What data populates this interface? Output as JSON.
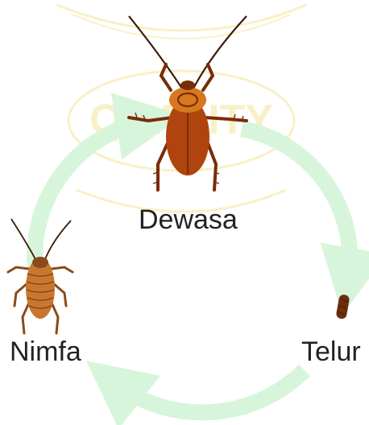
{
  "stages": {
    "adult": "Dewasa",
    "nymph": "Nimfa",
    "egg": "Telur"
  },
  "watermark": {
    "text": "QUALITY"
  },
  "colors": {
    "arrow": "#d7f5da",
    "adult_body": "#b0440f",
    "adult_dark": "#7a2b08",
    "adult_pronotum": "#d7781f",
    "nymph_body": "#c8782e",
    "nymph_dark": "#8a4a1a",
    "egg": "#6e2d0c",
    "watermark": "#f5e49a",
    "label": "#222222"
  },
  "icons": [
    "adult-cockroach-icon",
    "nymph-cockroach-icon",
    "egg-icon",
    "cycle-arrow-icon"
  ]
}
